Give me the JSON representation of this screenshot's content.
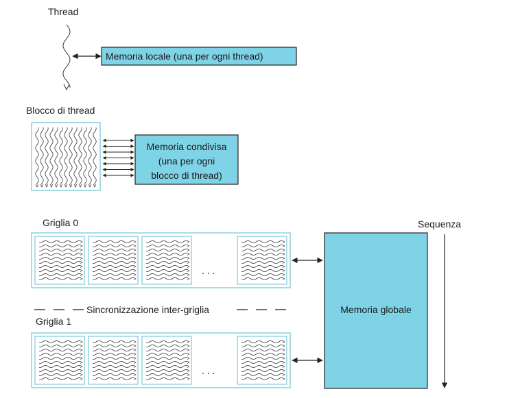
{
  "colors": {
    "memory_fill": "#7fd3e6",
    "frame_border": "#6ec3d8",
    "line": "#222222"
  },
  "labels": {
    "thread": "Thread",
    "local_memory": "Memoria locale (una per ogni thread)",
    "thread_block": "Blocco di thread",
    "shared_memory_1": "Memoria condivisa",
    "shared_memory_2": "(una per ogni",
    "shared_memory_3": "blocco di thread)",
    "grid_0": "Griglia 0",
    "grid_1": "Griglia 1",
    "sync": "Sincronizzazione inter-griglia",
    "global_memory": "Memoria globale",
    "sequence": "Sequenza",
    "ellipsis": ". . ."
  },
  "icons": [
    "thread-wave-icon",
    "thread-block-icon",
    "double-arrow-icon",
    "down-arrow-icon"
  ]
}
